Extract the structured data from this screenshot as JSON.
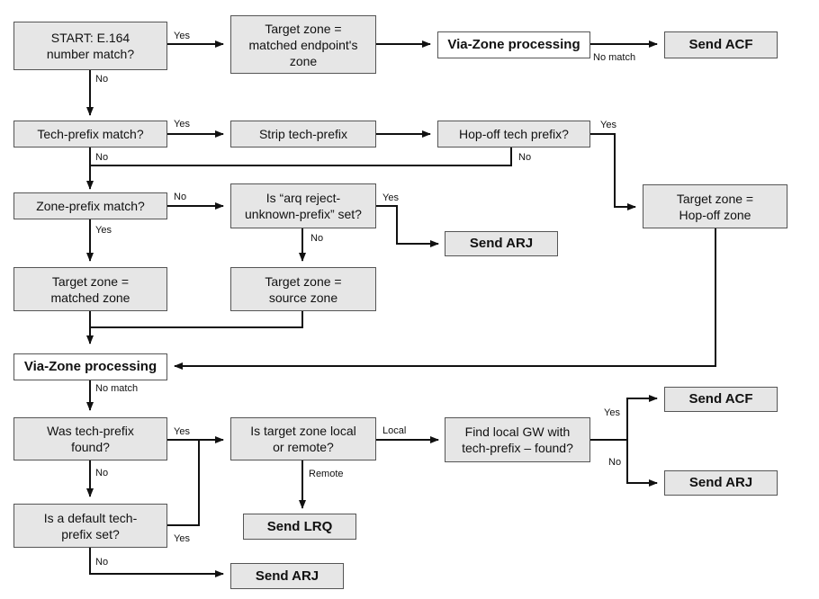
{
  "boxes": {
    "start": "START: E.164\nnumber match?",
    "target_endpoint": "Target zone =\nmatched endpoint's\nzone",
    "via_zone_top": "Via-Zone processing",
    "send_acf_top": "Send ACF",
    "tech_prefix_match": "Tech-prefix match?",
    "strip_tech_prefix": "Strip tech-prefix",
    "hop_off": "Hop-off tech prefix?",
    "zone_prefix_match": "Zone-prefix match?",
    "arq_reject": "Is “arq reject-\nunknown-prefix” set?",
    "send_arj_mid": "Send ARJ",
    "target_hop_off": "Target zone =\nHop-off zone",
    "target_matched": "Target zone =\nmatched zone",
    "target_source": "Target zone =\nsource zone",
    "via_zone_mid": "Via-Zone processing",
    "tech_prefix_found": "Was tech-prefix\nfound?",
    "target_local_remote": "Is target zone local\nor remote?",
    "find_local_gw": "Find local GW with\ntech-prefix – found?",
    "send_acf_bottom": "Send ACF",
    "send_arj_right": "Send ARJ",
    "default_tech_prefix": "Is a default tech-\nprefix set?",
    "send_lrq": "Send LRQ",
    "send_arj_bottom": "Send ARJ"
  },
  "labels": {
    "start_yes": "Yes",
    "start_no": "No",
    "via_top_no_match": "No match",
    "tech_yes": "Yes",
    "tech_no": "No",
    "hop_off_yes": "Yes",
    "hop_off_no": "No",
    "zone_no": "No",
    "zone_yes": "Yes",
    "arq_yes": "Yes",
    "arq_no": "No",
    "via_mid_no_match": "No match",
    "found_yes": "Yes",
    "found_no": "No",
    "local": "Local",
    "remote": "Remote",
    "gw_yes": "Yes",
    "gw_no": "No",
    "default_yes": "Yes",
    "default_no": "No"
  }
}
